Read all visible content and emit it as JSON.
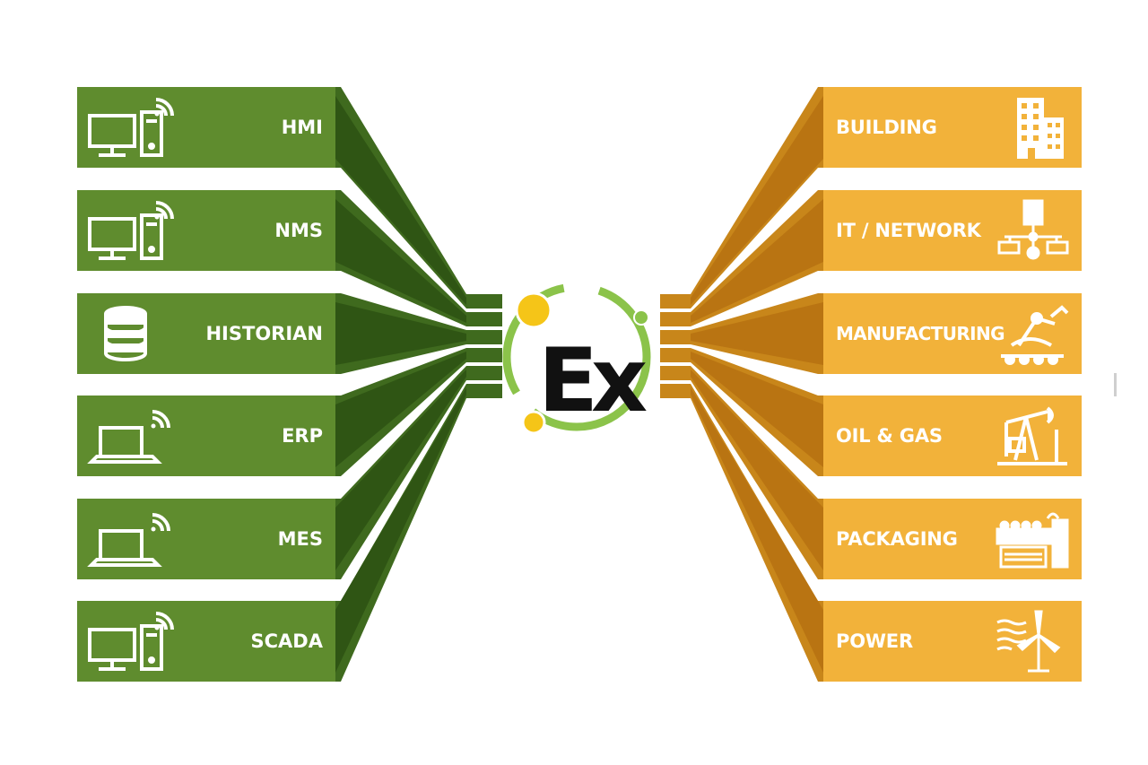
{
  "hub": {
    "text": "Ex",
    "colors": {
      "ring": "#8bc34a",
      "dot": "#f5c518",
      "text": "#111111"
    }
  },
  "left_items": [
    {
      "label": "HMI",
      "icon": "desktop-wireless-icon"
    },
    {
      "label": "NMS",
      "icon": "desktop-wireless-icon"
    },
    {
      "label": "HISTORIAN",
      "icon": "database-icon"
    },
    {
      "label": "ERP",
      "icon": "laptop-wireless-icon"
    },
    {
      "label": "MES",
      "icon": "laptop-wireless-icon"
    },
    {
      "label": "SCADA",
      "icon": "desktop-wireless-icon"
    }
  ],
  "right_items": [
    {
      "label": "BUILDING",
      "icon": "building-icon"
    },
    {
      "label": "IT / NETWORK",
      "icon": "network-icon"
    },
    {
      "label": "MANUFACTURING",
      "icon": "robot-arm-icon"
    },
    {
      "label": "OIL & GAS",
      "icon": "pumpjack-icon"
    },
    {
      "label": "PACKAGING",
      "icon": "conveyor-icon"
    },
    {
      "label": "POWER",
      "icon": "wind-turbine-icon"
    }
  ],
  "colors": {
    "left_box": "#5f8c2e",
    "left_side": "#3f6a1e",
    "left_connector": "#2f5514",
    "right_box": "#f2b23a",
    "right_side": "#c8861a",
    "right_connector": "#b97412"
  }
}
